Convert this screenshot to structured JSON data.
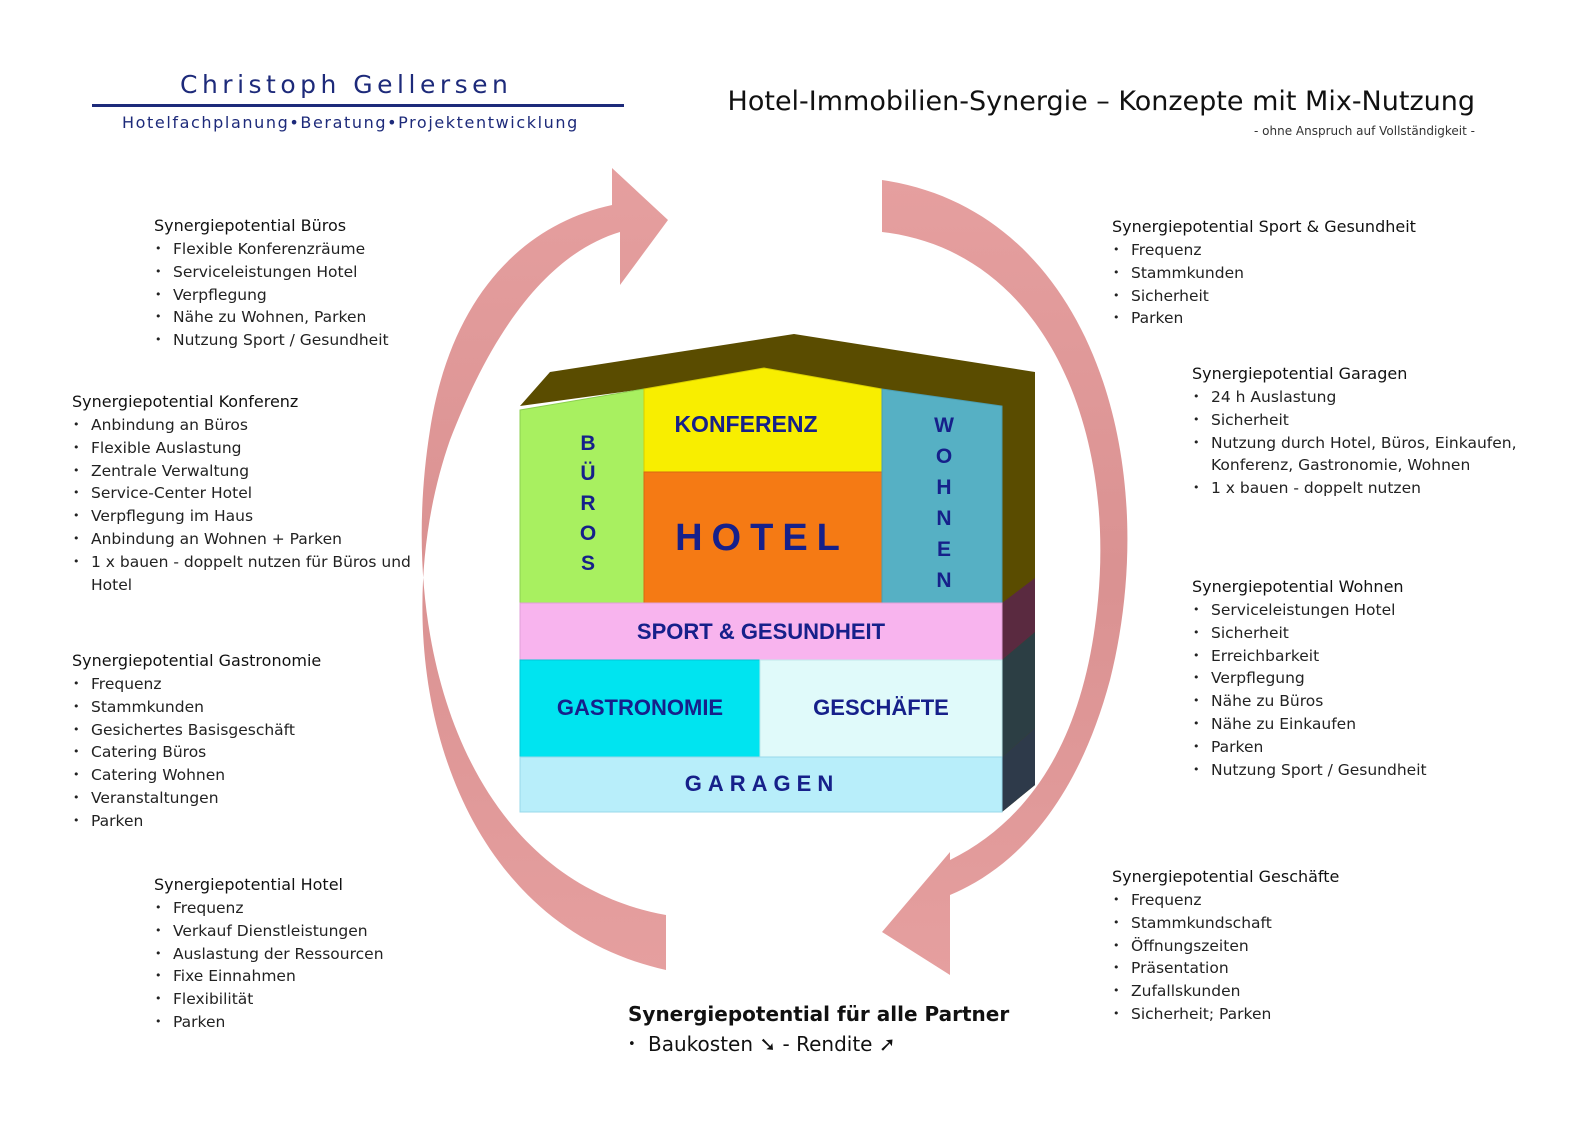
{
  "logo": {
    "name": "Christoph Gellersen",
    "tagline": "Hotelfachplanung•Beratung•Projektentwicklung"
  },
  "title": "Hotel-Immobilien-Synergie – Konzepte mit Mix-Nutzung",
  "subtitle": "- ohne Anspruch auf Vollständigkeit -",
  "diagram": {
    "buros": "BÜROS",
    "konferenz": "KONFERENZ",
    "wohnen": "WOHNEN",
    "hotel": "HOTEL",
    "sport": "SPORT & GESUNDHEIT",
    "gastronomie": "GASTRONOMIE",
    "geschaefte": "GESCHÄFTE",
    "garagen": "GARAGEN"
  },
  "colors": {
    "buros": "#a8f060",
    "konferenz": "#f8ee00",
    "wohnen": "#56b0c4",
    "hotel": "#f57a14",
    "sport": "#f8b4ee",
    "gastronomie": "#00e4f0",
    "geschaefte": "#e0fafa",
    "garagen": "#b8eefa",
    "roof": "#5a4c00",
    "arrow": "#e09696",
    "label": "#16208a"
  },
  "blocks": {
    "buros": {
      "heading": "Synergiepotential Büros",
      "items": [
        "Flexible Konferenzräume",
        "Serviceleistungen Hotel",
        "Verpflegung",
        "Nähe zu Wohnen, Parken",
        "Nutzung Sport / Gesundheit"
      ]
    },
    "konferenz": {
      "heading": "Synergiepotential Konferenz",
      "items": [
        "Anbindung an Büros",
        "Flexible Auslastung",
        "Zentrale Verwaltung",
        "Service-Center Hotel",
        "Verpflegung im Haus",
        "Anbindung an Wohnen + Parken",
        "1 x bauen - doppelt nutzen für Büros und Hotel"
      ]
    },
    "gastronomie": {
      "heading": "Synergiepotential Gastronomie",
      "items": [
        "Frequenz",
        "Stammkunden",
        "Gesichertes Basisgeschäft",
        "Catering Büros",
        "Catering Wohnen",
        "Veranstaltungen",
        "Parken"
      ]
    },
    "hotel": {
      "heading": "Synergiepotential Hotel",
      "items": [
        "Frequenz",
        "Verkauf Dienstleistungen",
        "Auslastung der Ressourcen",
        "Fixe Einnahmen",
        "Flexibilität",
        "Parken"
      ]
    },
    "sport": {
      "heading": "Synergiepotential  Sport & Gesundheit",
      "items": [
        "Frequenz",
        "Stammkunden",
        "Sicherheit",
        "Parken"
      ]
    },
    "garagen": {
      "heading": "Synergiepotential Garagen",
      "items": [
        "24 h Auslastung",
        "Sicherheit",
        "Nutzung durch Hotel, Büros, Einkaufen, Konferenz, Gastronomie, Wohnen",
        "1 x bauen - doppelt nutzen"
      ]
    },
    "wohnen": {
      "heading": "Synergiepotential Wohnen",
      "items": [
        "Serviceleistungen Hotel",
        "Sicherheit",
        "Erreichbarkeit",
        "Verpflegung",
        "Nähe zu Büros",
        "Nähe zu Einkaufen",
        "Parken",
        "Nutzung Sport / Gesundheit"
      ]
    },
    "geschaefte": {
      "heading": "Synergiepotential Geschäfte",
      "items": [
        "Frequenz",
        "Stammkundschaft",
        "Öffnungszeiten",
        "Präsentation",
        "Zufallskunden",
        "Sicherheit; Parken"
      ]
    }
  },
  "partners": {
    "heading": "Synergiepotential für alle Partner",
    "bullet": "•",
    "baukosten": "Baukosten",
    "down_arrow": "➘",
    "separator": " - ",
    "rendite": "Rendite",
    "up_arrow": "➚"
  }
}
